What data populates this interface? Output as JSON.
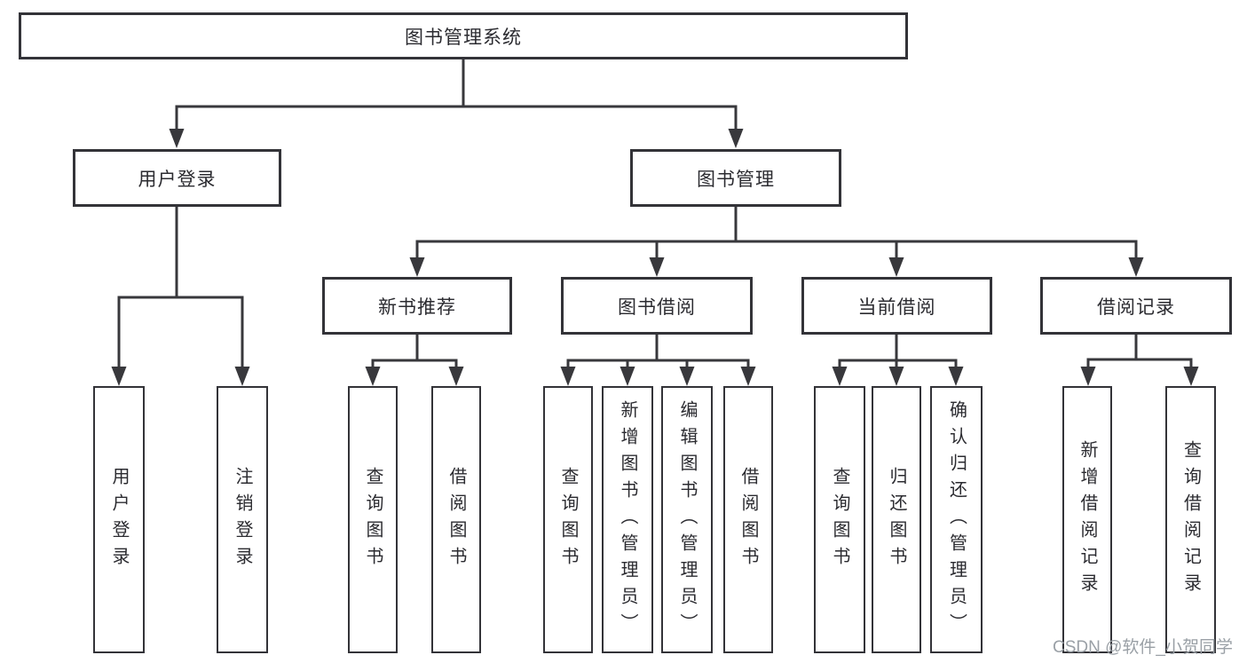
{
  "diagram_title": "图书管理系统",
  "tree": {
    "label": "图书管理系统",
    "children": [
      {
        "label": "用户登录",
        "children": [
          {
            "label": "用户登录"
          },
          {
            "label": "注销登录"
          }
        ]
      },
      {
        "label": "图书管理",
        "children": [
          {
            "label": "新书推荐",
            "children": [
              {
                "label": "查询图书"
              },
              {
                "label": "借阅图书"
              }
            ]
          },
          {
            "label": "图书借阅",
            "children": [
              {
                "label": "查询图书"
              },
              {
                "label": "新增图书（管理员）"
              },
              {
                "label": "编辑图书（管理员）"
              },
              {
                "label": "借阅图书"
              }
            ]
          },
          {
            "label": "当前借阅",
            "children": [
              {
                "label": "查询图书"
              },
              {
                "label": "归还图书"
              },
              {
                "label": "确认归还（管理员）"
              }
            ]
          },
          {
            "label": "借阅记录",
            "children": [
              {
                "label": "新增借阅记录"
              },
              {
                "label": "查询借阅记录"
              }
            ]
          }
        ]
      }
    ]
  },
  "watermark": "CSDN @软件_小贺同学",
  "colors": {
    "line": "#38383c",
    "box_border": "#333338",
    "text": "#2b2b30",
    "background": "#ffffff",
    "watermark": "#9aa0a6"
  }
}
